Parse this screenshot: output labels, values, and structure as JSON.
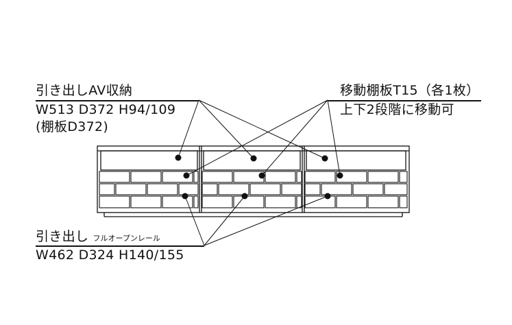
{
  "callouts": {
    "av_drawer": {
      "title": "引き出しAV収納",
      "dims": "W513 D372 H94/109",
      "note": "(棚板D372)"
    },
    "shelf": {
      "title": "移動棚板T15（各1枚）",
      "note": "上下2段階に移動可"
    },
    "drawer": {
      "title": "引き出し",
      "title_small": "フルオープンレール",
      "dims": "W462 D324 H140/155"
    }
  },
  "colors": {
    "line": "#111111",
    "background": "#ffffff"
  }
}
